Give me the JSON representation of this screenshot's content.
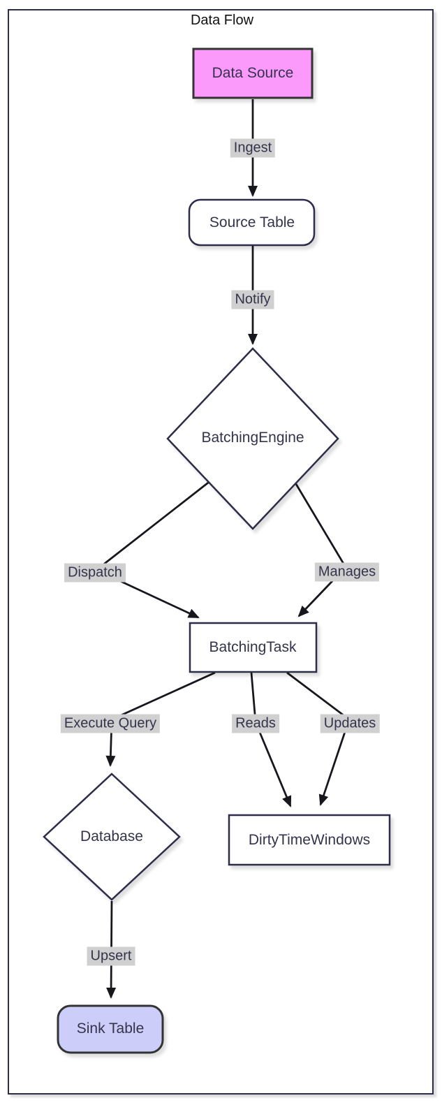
{
  "diagram": {
    "title": "Data Flow",
    "nodes": {
      "data_source": {
        "label": "Data Source",
        "shape": "rectangle",
        "fill": "#fc9afc"
      },
      "source_table": {
        "label": "Source Table",
        "shape": "rounded",
        "fill": "#ffffff"
      },
      "batching_engine": {
        "label": "BatchingEngine",
        "shape": "diamond",
        "fill": "#ffffff"
      },
      "batching_task": {
        "label": "BatchingTask",
        "shape": "rectangle",
        "fill": "#ffffff"
      },
      "database": {
        "label": "Database",
        "shape": "diamond",
        "fill": "#ffffff"
      },
      "dirty_time_windows": {
        "label": "DirtyTimeWindows",
        "shape": "rectangle",
        "fill": "#ffffff"
      },
      "sink_table": {
        "label": "Sink Table",
        "shape": "rounded",
        "fill": "#cdcdf9"
      }
    },
    "edges": [
      {
        "from": "Data Source",
        "to": "Source Table",
        "label": "Ingest"
      },
      {
        "from": "Source Table",
        "to": "BatchingEngine",
        "label": "Notify"
      },
      {
        "from": "BatchingEngine",
        "to": "BatchingTask",
        "label": "Dispatch"
      },
      {
        "from": "BatchingEngine",
        "to": "BatchingTask",
        "label": "Manages"
      },
      {
        "from": "BatchingTask",
        "to": "Database",
        "label": "Execute Query"
      },
      {
        "from": "BatchingTask",
        "to": "DirtyTimeWindows",
        "label": "Reads"
      },
      {
        "from": "BatchingTask",
        "to": "DirtyTimeWindows",
        "label": "Updates"
      },
      {
        "from": "Database",
        "to": "Sink Table",
        "label": "Upsert"
      }
    ],
    "colors": {
      "pink": "#fc9afc",
      "lavender": "#cdcdf9",
      "cluster_border": "#2d2d4a",
      "node_border": "#2d2d4a",
      "accent_border": "#333333",
      "edge_label_bg": "#d0d0d0",
      "text": "#33334c",
      "title": "#111111",
      "line": "#16161d"
    }
  }
}
